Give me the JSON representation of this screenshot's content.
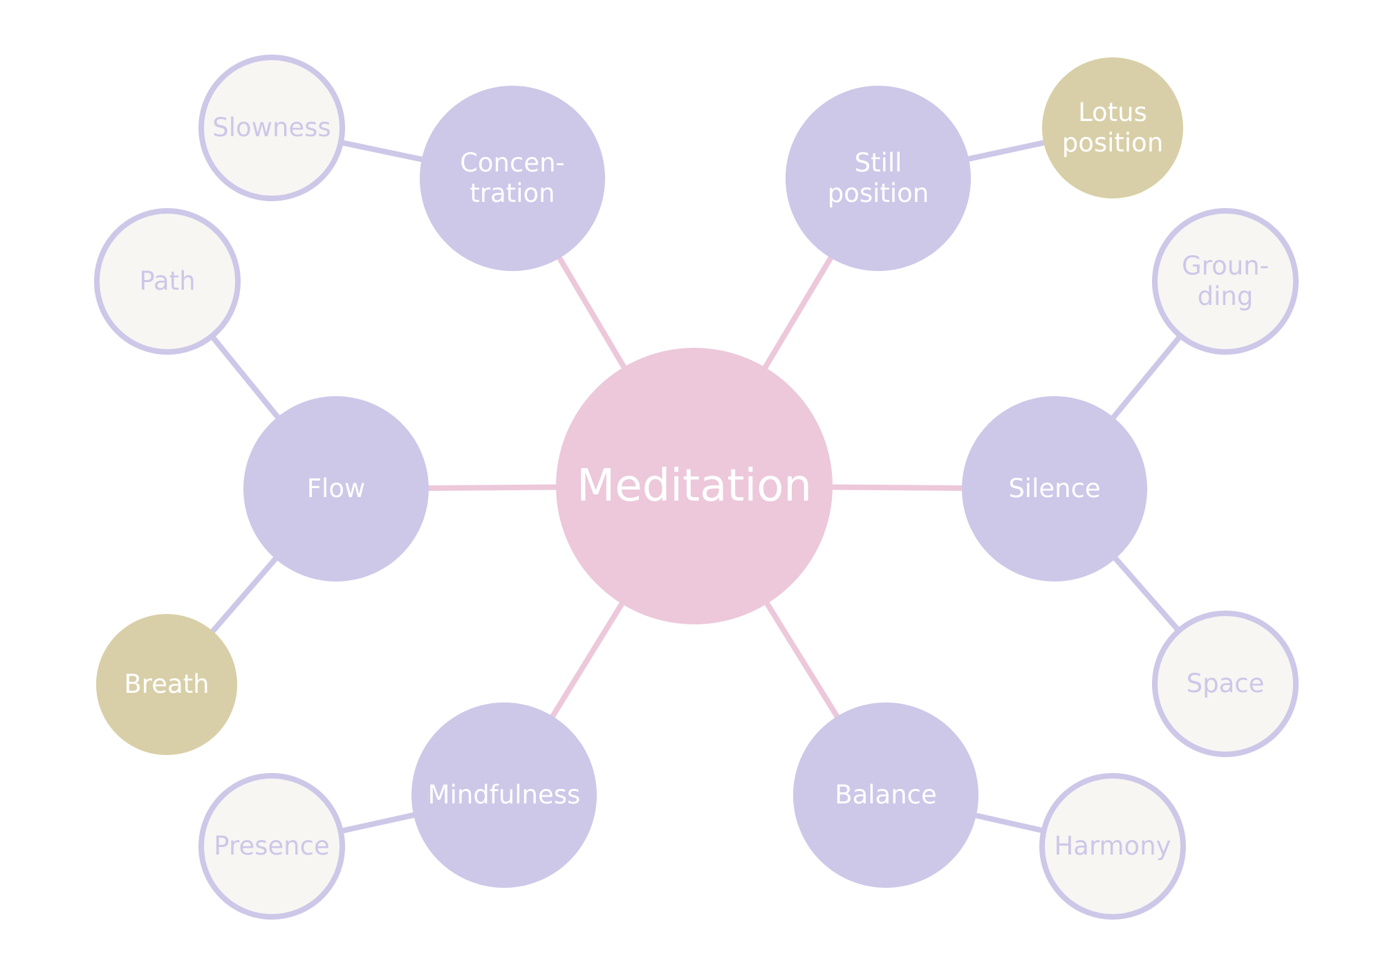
{
  "diagram": {
    "center": {
      "label": "Meditation"
    },
    "primary": {
      "concentration": {
        "label": "Concen-\ntration"
      },
      "still_position": {
        "label": "Still\nposition"
      },
      "flow": {
        "label": "Flow"
      },
      "silence": {
        "label": "Silence"
      },
      "mindfulness": {
        "label": "Mindfulness"
      },
      "balance": {
        "label": "Balance"
      }
    },
    "leaves": {
      "slowness": {
        "label": "Slowness"
      },
      "path": {
        "label": "Path"
      },
      "presence": {
        "label": "Presence"
      },
      "grounding": {
        "label": "Groun-\nding"
      },
      "space": {
        "label": "Space"
      },
      "harmony": {
        "label": "Harmony"
      },
      "lotus_position": {
        "label": "Lotus\nposition"
      },
      "breath": {
        "label": "Breath"
      }
    }
  },
  "colors": {
    "center_fill": "#ecc8da",
    "center_links": "#ecc8da",
    "primary_fill": "#cdc7e8",
    "leaf_fill": "#f7f6f3",
    "leaf_border": "#cdc7e8",
    "accent_fill": "#d8cfa8"
  }
}
